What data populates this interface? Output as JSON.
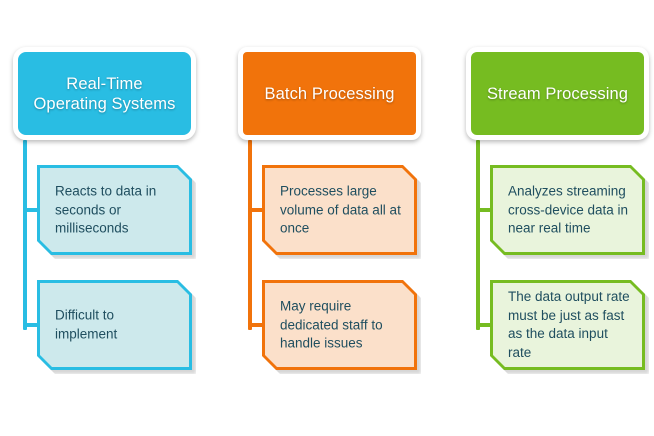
{
  "diagram": {
    "type": "three-column-comparison",
    "background": "#FFFFFF",
    "columns": [
      {
        "id": "real-time-operating-systems",
        "accent": "#29BDE3",
        "fill": "#CDE9EC",
        "header": {
          "label": "Real-Time Operating Systems"
        },
        "items": [
          {
            "label": "Reacts to data in seconds or milliseconds"
          },
          {
            "label": "Difficult to implement"
          }
        ]
      },
      {
        "id": "batch-processing",
        "accent": "#F1730B",
        "fill": "#FBE0CA",
        "header": {
          "label": "Batch Processing"
        },
        "items": [
          {
            "label": "Processes large volume of data all at once"
          },
          {
            "label": "May require dedicated staff to handle issues"
          }
        ]
      },
      {
        "id": "stream-processing",
        "accent": "#76BC21",
        "fill": "#E9F4DC",
        "header": {
          "label": "Stream Processing"
        },
        "items": [
          {
            "label": "Analyzes streaming cross-device data in near real time"
          },
          {
            "label": "The data output rate must be just as fast as the data input rate"
          }
        ]
      }
    ],
    "colors": {
      "header_text": "#FFFFFF",
      "item_text": "#1F4E5F",
      "card_border": "#FFFFFF"
    }
  }
}
